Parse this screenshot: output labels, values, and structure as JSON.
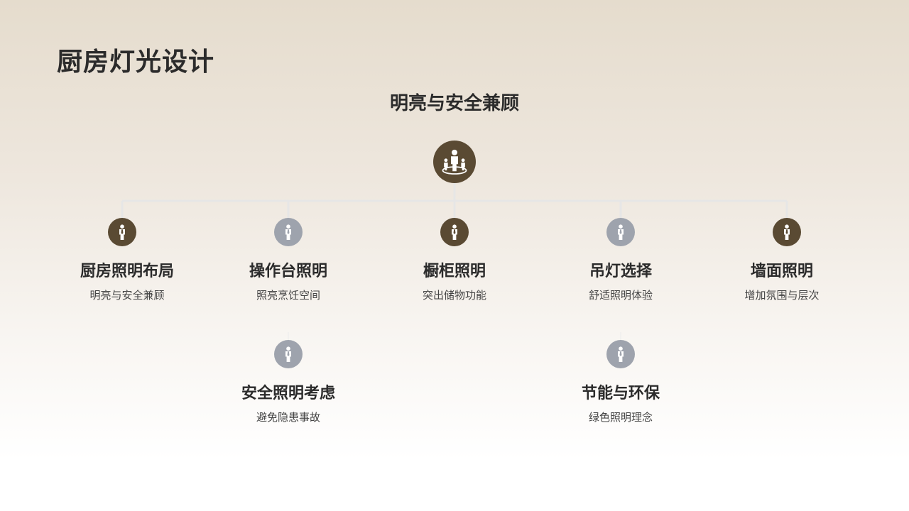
{
  "title": "厨房灯光设计",
  "root": {
    "label": "明亮与安全兼顾",
    "icon": "people-group-icon"
  },
  "nodes": [
    {
      "title": "厨房照明布局",
      "subtitle": "明亮与安全兼顾",
      "icon": "person-icon",
      "color": "#5a4a33"
    },
    {
      "title": "操作台照明",
      "subtitle": "照亮烹饪空间",
      "icon": "person-icon",
      "color": "#9ea3ad"
    },
    {
      "title": "橱柜照明",
      "subtitle": "突出储物功能",
      "icon": "person-icon",
      "color": "#5a4a33"
    },
    {
      "title": "吊灯选择",
      "subtitle": "舒适照明体验",
      "icon": "person-icon",
      "color": "#9ea3ad"
    },
    {
      "title": "墙面照明",
      "subtitle": "增加氛围与层次",
      "icon": "person-icon",
      "color": "#5a4a33"
    },
    {
      "title": "安全照明考虑",
      "subtitle": "避免隐患事故",
      "icon": "person-icon",
      "color": "#9ea3ad"
    },
    {
      "title": "节能与环保",
      "subtitle": "绿色照明理念",
      "icon": "person-icon",
      "color": "#9ea3ad"
    }
  ]
}
